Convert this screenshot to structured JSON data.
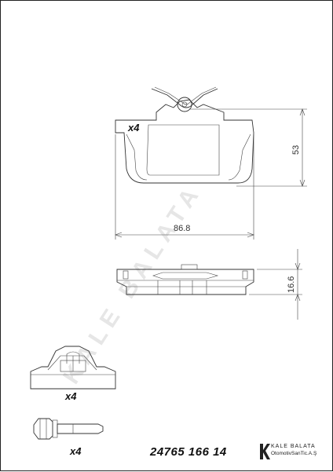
{
  "watermark": "KALE BALATA",
  "dimensions": {
    "width": "86.8",
    "height": "53",
    "thickness": "16.6"
  },
  "quantities": {
    "pad": "x4",
    "clip": "x4",
    "bolt": "x4"
  },
  "part_number": "24765 166 14",
  "brand": {
    "name": "KALE  BALATA",
    "subtitle": "OtomotivSanTic.A.Ş"
  }
}
